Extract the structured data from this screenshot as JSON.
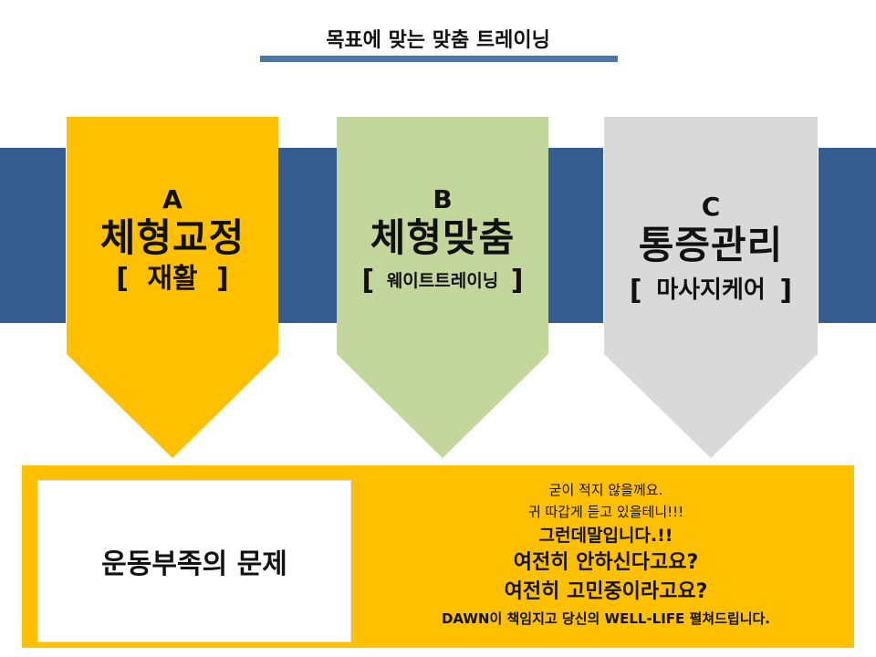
{
  "header": {
    "title": "목표에 맞는 맞춤 트레이닝"
  },
  "cards": [
    {
      "letter": "A",
      "name": "체형교정",
      "open": "[",
      "sub": "재활",
      "close": "]",
      "color": "#ffc000"
    },
    {
      "letter": "B",
      "name": "체형맞춤",
      "open": "[",
      "sub": "웨이트트레이닝",
      "close": "]",
      "color": "#c3d69b"
    },
    {
      "letter": "C",
      "name": "통증관리",
      "open": "[",
      "sub": "마사지케어",
      "close": "]",
      "color": "#d9d9d9"
    }
  ],
  "bottom": {
    "box_title": "운동부족의 문제",
    "lines": [
      "굳이 적지 않을께요.",
      "귀 따갑게 듣고 있을테니!!!",
      "그런데말입니다.!!",
      "여전히 안하신다고요?",
      "여전히 고민중이라고요?",
      "DAWN이 책임지고 당신의 WELL-LIFE 펼쳐드립니다."
    ],
    "color": "#ffc000"
  },
  "colors": {
    "band": "#355d8f",
    "rule": "#4a76a8"
  }
}
